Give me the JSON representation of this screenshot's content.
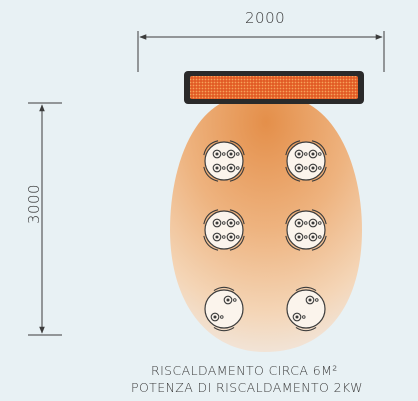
{
  "dimensions": {
    "width_label": "2000",
    "height_label": "3000"
  },
  "caption": {
    "line1": "RISCALDAMENTO CIRCA 6M²",
    "line2": "POTENZA DI RISCALDAMENTO 2KW"
  },
  "colors": {
    "background": "#e8f1f4",
    "line": "#3c3c3c",
    "heater_body": "#2a2a2a",
    "heater_element": "#e0642c",
    "heat_glow": "#e9a772",
    "furniture": "#fbf4ec"
  },
  "tables": [
    {
      "row": 1,
      "col": 1,
      "chairs": 4
    },
    {
      "row": 1,
      "col": 2,
      "chairs": 4
    },
    {
      "row": 2,
      "col": 1,
      "chairs": 4
    },
    {
      "row": 2,
      "col": 2,
      "chairs": 4
    },
    {
      "row": 3,
      "col": 1,
      "chairs": 2
    },
    {
      "row": 3,
      "col": 2,
      "chairs": 2
    }
  ]
}
